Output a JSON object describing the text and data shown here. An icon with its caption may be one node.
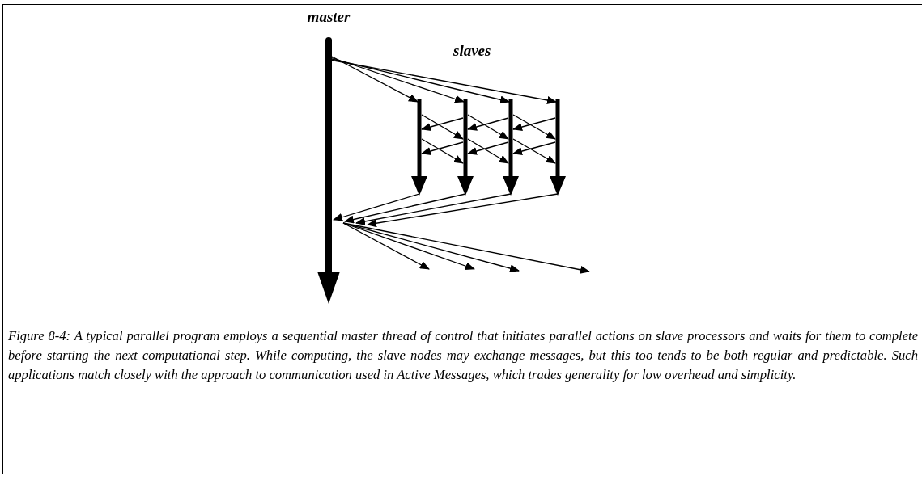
{
  "diagram": {
    "caption": "Figure 8-4: A typical parallel program employs a sequential master thread of control that initiates parallel actions on slave processors and waits for them to complete before starting the next computational step. While computing, the slave nodes may exchange messages, but this too tends to be both regular and predictable. Such applications match closely with the approach to communication used in Active Messages, which trades generality for low overhead and simplicity.",
    "nodes": [
      {
        "text": [
          "master"
        ]
      },
      {
        "text": [],
        "shape": "bar"
      },
      {
        "text": [],
        "shape": "bar"
      },
      {
        "text": [],
        "shape": "bar"
      },
      {
        "text": [],
        "shape": "bar"
      }
    ],
    "edges": [
      {
        "from": 0,
        "to": 1,
        "arrow": "to"
      },
      {
        "from": 0,
        "to": 2,
        "arrow": "to"
      },
      {
        "from": 0,
        "to": 3,
        "arrow": "to"
      },
      {
        "from": 0,
        "to": 4,
        "arrow": "to"
      },
      {
        "from": 1,
        "to": 2,
        "arrow": "to"
      },
      {
        "from": 1,
        "to": 2,
        "arrow": "to"
      },
      {
        "from": 2,
        "to": 1,
        "arrow": "to"
      },
      {
        "from": 2,
        "to": 1,
        "arrow": "to"
      },
      {
        "from": 2,
        "to": 3,
        "arrow": "to"
      },
      {
        "from": 2,
        "to": 3,
        "arrow": "to"
      },
      {
        "from": 3,
        "to": 2,
        "arrow": "to"
      },
      {
        "from": 3,
        "to": 2,
        "arrow": "to"
      },
      {
        "from": 3,
        "to": 4,
        "arrow": "to"
      },
      {
        "from": 3,
        "to": 4,
        "arrow": "to"
      },
      {
        "from": 4,
        "to": 3,
        "arrow": "to"
      },
      {
        "from": 4,
        "to": 3,
        "arrow": "to"
      },
      {
        "from": 1,
        "to": 0,
        "arrow": "to"
      },
      {
        "from": 2,
        "to": 0,
        "arrow": "to"
      },
      {
        "from": 3,
        "to": 0,
        "arrow": "to"
      },
      {
        "from": 4,
        "to": 0,
        "arrow": "to"
      },
      {
        "from": 0,
        "to": null,
        "arrow": "to"
      },
      {
        "from": 0,
        "to": null,
        "arrow": "to"
      },
      {
        "from": 0,
        "to": null,
        "arrow": "to"
      },
      {
        "from": 0,
        "to": null,
        "arrow": "to"
      }
    ],
    "labels": [
      "slaves"
    ]
  }
}
